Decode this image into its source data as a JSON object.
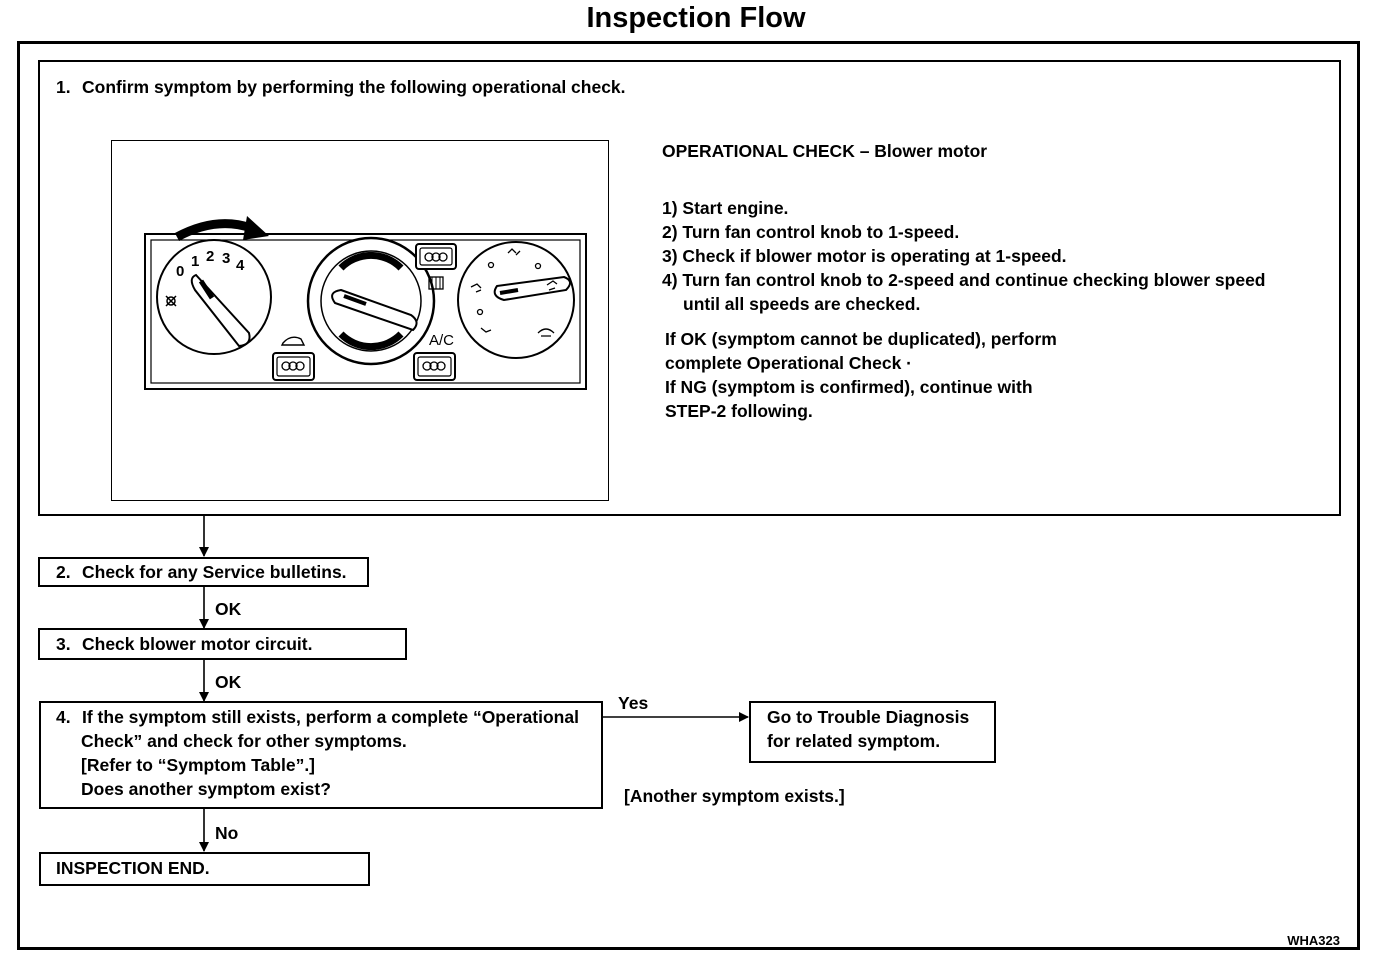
{
  "title": "Inspection Flow",
  "step1": {
    "number": "1.",
    "text": "Confirm symptom by performing the following operational check."
  },
  "panel": {
    "fan_numbers": [
      "0",
      "1",
      "2",
      "3",
      "4"
    ],
    "ac_label": "A/C"
  },
  "operational_check": {
    "heading": "OPERATIONAL CHECK – Blower motor",
    "items": [
      "1) Start engine.",
      "2) Turn fan control knob to 1-speed.",
      "3) Check if blower motor is operating at 1-speed.",
      "4) Turn fan control knob to 2-speed and continue checking blower speed",
      "until all speeds are checked."
    ],
    "result_lines": [
      "If OK (symptom cannot be duplicated), perform",
      "complete Operational Check ·",
      "If NG (symptom is confirmed), continue with",
      "STEP-2 following."
    ]
  },
  "step2": {
    "number": "2.",
    "text": "Check for any Service bulletins."
  },
  "step3": {
    "number": "3.",
    "text": "Check blower motor circuit."
  },
  "step4": {
    "number": "4.",
    "lines": [
      "If the symptom still exists, perform a complete “Operational",
      "Check” and check for other symptoms.",
      "[Refer to “Symptom Table”.]",
      "Does another symptom exist?"
    ]
  },
  "labels": {
    "ok1": "OK",
    "ok2": "OK",
    "yes": "Yes",
    "no": "No",
    "another": "[Another symptom exists.]"
  },
  "trouble": {
    "lines": [
      "Go to Trouble Diagnosis",
      "for related symptom."
    ]
  },
  "end": {
    "text": "INSPECTION END."
  },
  "figure_code": "WHA323"
}
